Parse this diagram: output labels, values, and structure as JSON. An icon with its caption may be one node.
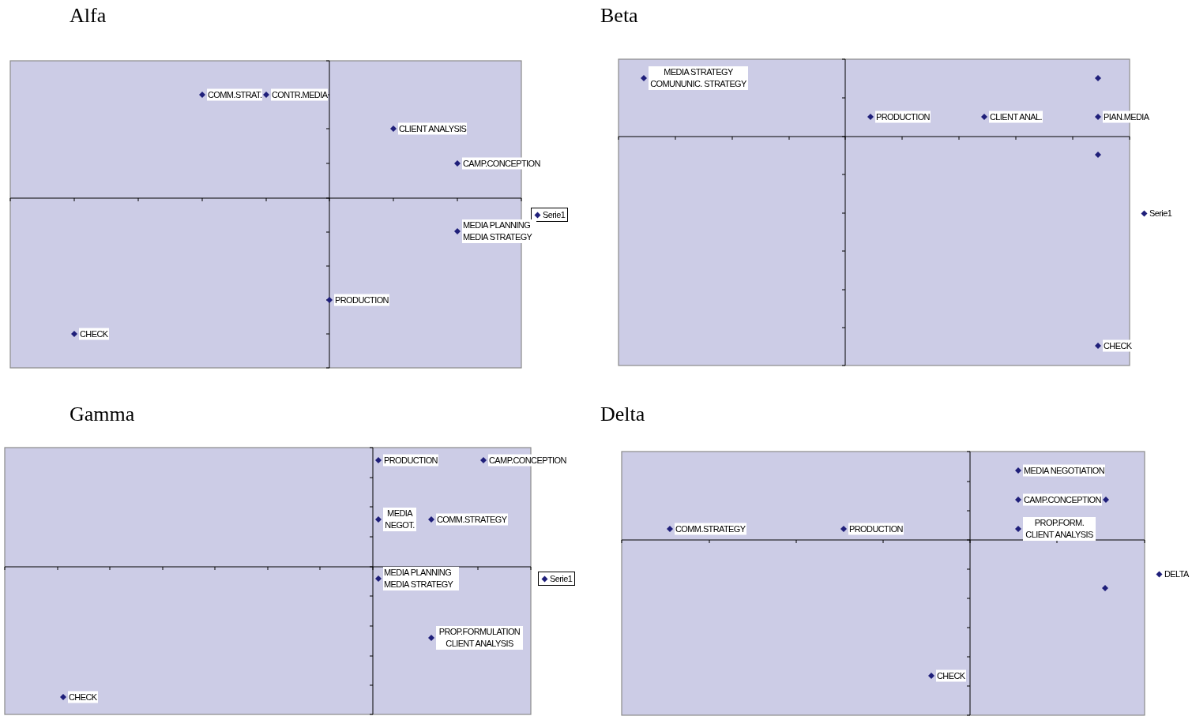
{
  "diagram": {
    "labels": [
      "Alfa",
      "COMM.STRAT.",
      "CONTR.MEDIA",
      "CLIENT ANALYSIS",
      "CAMP.CONCEPTION",
      "MEDIA PLANNING MEDIA STRATEGY",
      "PRODUCTION",
      "CHECK",
      "Beta",
      "MEDIA STRATEGY COMUNUNIC. STRATEGY",
      "PRODUCTION",
      "CLIENT ANAL.",
      "PIAN.MEDIA",
      "CHECK",
      "Gamma",
      "PRODUCTION",
      "CAMP.CONCEPTION",
      "MEDIA NEGOT.",
      "COMM.STRATEGY",
      "MEDIA PLANNING MEDIA STRATEGY",
      "PROP.FORMULATION CLIENT ANALYSIS",
      "CHECK",
      "Delta",
      "MEDIA NEGOTIATION",
      "CAMP.CONCEPTION",
      "COMM.STRATEGY",
      "PRODUCTION",
      "PROP.FORM. CLIENT ANALYSIS",
      "CHECK"
    ],
    "legend": [
      {
        "text": "Serie1"
      },
      {
        "text": "Serie1"
      },
      {
        "text": "Serie1"
      },
      {
        "text": "DELTA"
      }
    ]
  }
}
